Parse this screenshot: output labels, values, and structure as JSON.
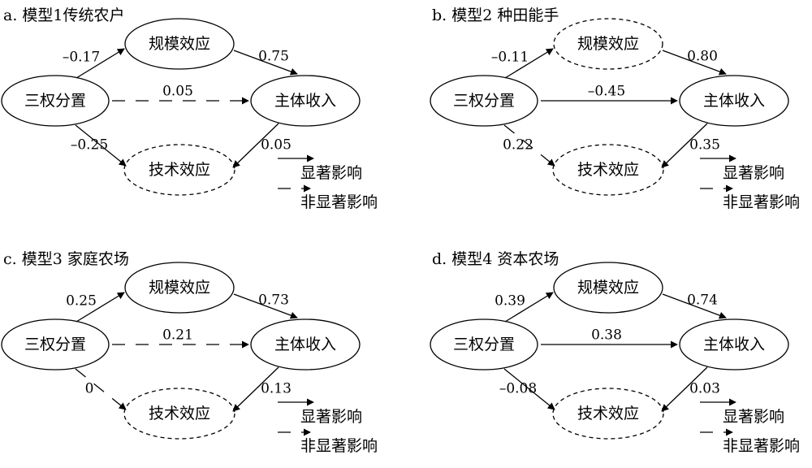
{
  "labels": {
    "node_three_rights": "三权分置",
    "node_scale_effect": "规模效应",
    "node_main_income": "主体收入",
    "node_tech_effect": "技术效应",
    "legend_significant": "显著影响",
    "legend_not_significant": "非显著影响"
  },
  "panels": [
    {
      "title": "a. 模型1传统农户",
      "coef": {
        "three_to_scale": "–0.17",
        "scale_to_income": "0.75",
        "three_to_income": "0.05",
        "three_to_tech": "–0.25",
        "income_to_tech": "0.05"
      },
      "significant": {
        "three_to_scale": true,
        "scale_to_income": true,
        "three_to_income": false,
        "three_to_tech": true,
        "income_to_tech": true
      },
      "dashed_nodes": {
        "scale": false,
        "tech": true
      }
    },
    {
      "title": "b. 模型2 种田能手",
      "coef": {
        "three_to_scale": "–0.11",
        "scale_to_income": "0.80",
        "three_to_income": "–0.45",
        "three_to_tech": "0.22",
        "income_to_tech": "0.35"
      },
      "significant": {
        "three_to_scale": true,
        "scale_to_income": true,
        "three_to_income": true,
        "three_to_tech": false,
        "income_to_tech": true
      },
      "dashed_nodes": {
        "scale": true,
        "tech": true
      }
    },
    {
      "title": "c. 模型3 家庭农场",
      "coef": {
        "three_to_scale": "0.25",
        "scale_to_income": "0.73",
        "three_to_income": "0.21",
        "three_to_tech": "0",
        "income_to_tech": "0.13"
      },
      "significant": {
        "three_to_scale": true,
        "scale_to_income": true,
        "three_to_income": false,
        "three_to_tech": false,
        "income_to_tech": true
      },
      "dashed_nodes": {
        "scale": false,
        "tech": true
      }
    },
    {
      "title": "d. 模型4 资本农场",
      "coef": {
        "three_to_scale": "0.39",
        "scale_to_income": "0.74",
        "three_to_income": "0.38",
        "three_to_tech": "–0.08",
        "income_to_tech": "0.03"
      },
      "significant": {
        "three_to_scale": true,
        "scale_to_income": true,
        "three_to_income": true,
        "three_to_tech": true,
        "income_to_tech": true
      },
      "dashed_nodes": {
        "scale": false,
        "tech": true
      }
    }
  ]
}
